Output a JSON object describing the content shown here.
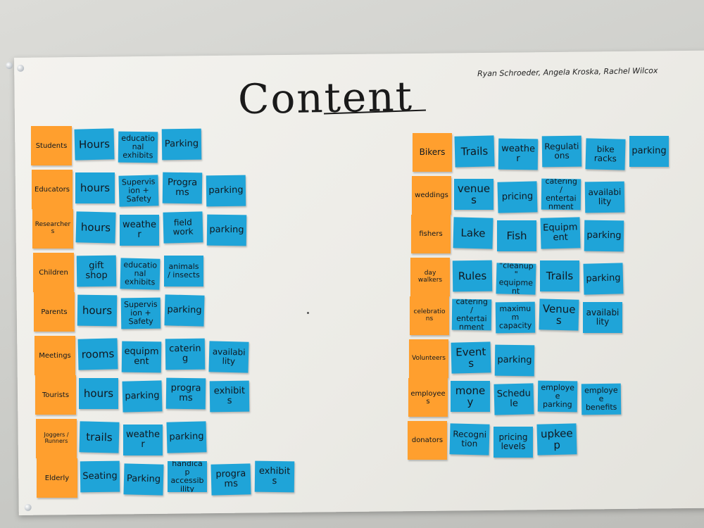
{
  "title": "Content",
  "authors": "Ryan Schroeder, Angela Kroska, Rachel Wilcox",
  "colors": {
    "persona_note": "#ff9f2e",
    "content_note": "#1fa4d8",
    "paper": "#f0efea",
    "ink": "#1a1a1a"
  },
  "left_groups": [
    {
      "label": "Students",
      "items": [
        "Hours",
        "educational exhibits",
        "Parking"
      ]
    },
    {
      "label": "Educators",
      "items": [
        "hours",
        "Supervision + Safety",
        "Programs",
        "parking"
      ]
    },
    {
      "label": "Researchers",
      "items": [
        "hours",
        "weather",
        "field work",
        "parking"
      ]
    },
    {
      "label": "Children",
      "items": [
        "gift shop",
        "educational exhibits",
        "animals / insects"
      ]
    },
    {
      "label": "Parents",
      "items": [
        "hours",
        "Supervision + Safety",
        "parking"
      ]
    },
    {
      "label": "Meetings",
      "items": [
        "rooms",
        "equipment",
        "catering",
        "availability"
      ]
    },
    {
      "label": "Tourists",
      "items": [
        "hours",
        "parking",
        "programs",
        "exhibits"
      ]
    },
    {
      "label": "Joggers / Runners",
      "items": [
        "trails",
        "weather",
        "parking"
      ]
    },
    {
      "label": "Elderly",
      "items": [
        "Seating",
        "Parking",
        "handicap accessibility",
        "programs",
        "exhibits"
      ]
    }
  ],
  "right_groups": [
    {
      "label": "Bikers",
      "items": [
        "Trails",
        "weather",
        "Regulations",
        "bike racks",
        "parking"
      ]
    },
    {
      "label": "weddings",
      "items": [
        "venues",
        "pricing",
        "catering / entertainment",
        "availability"
      ]
    },
    {
      "label": "fishers",
      "items": [
        "Lake",
        "Fish",
        "Equipment",
        "parking"
      ]
    },
    {
      "label": "day walkers",
      "items": [
        "Rules",
        "\"cleanup\" equipment",
        "Trails",
        "parking"
      ]
    },
    {
      "label": "celebrations",
      "items": [
        "catering / entertainment",
        "maximum capacity",
        "Venues",
        "availability"
      ]
    },
    {
      "label": "Volunteers",
      "items": [
        "Events",
        "parking"
      ]
    },
    {
      "label": "employees",
      "items": [
        "money",
        "Schedule",
        "employee parking",
        "employee benefits"
      ]
    },
    {
      "label": "donators",
      "items": [
        "Recognition",
        "pricing levels",
        "upkeep"
      ]
    }
  ]
}
